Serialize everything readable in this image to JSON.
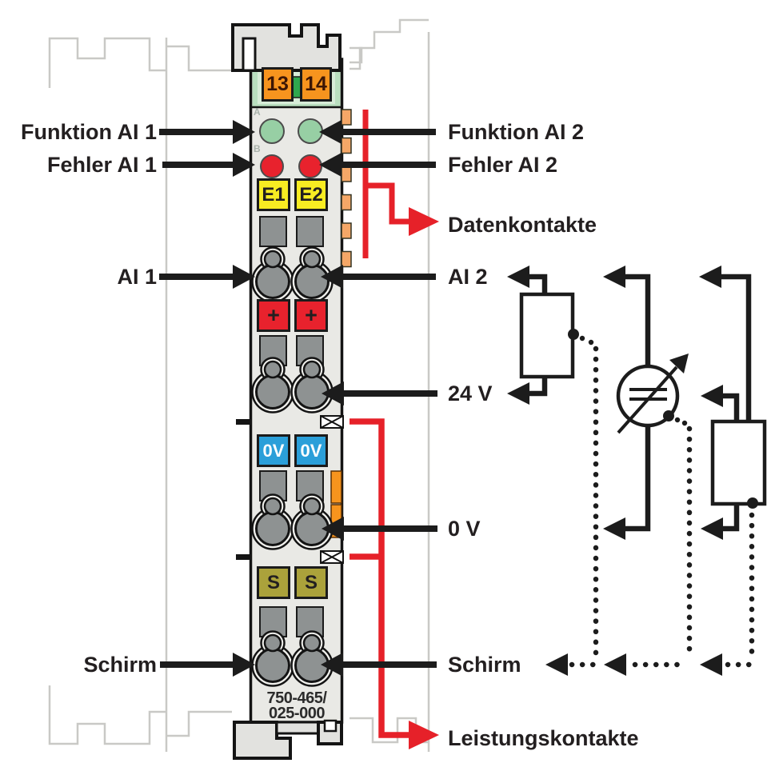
{
  "colors": {
    "signal_red": "#e62129",
    "block_red": "#e8222d",
    "terminal_orange": "#f7941e",
    "contact_tab_orange": "#f5a767",
    "block_yellow": "#f8ec22",
    "block_blue": "#2b9fd9",
    "block_olive": "#aba23b",
    "header_green": "#b9dfbf",
    "divider_green": "#2fa84e",
    "led_green": "#97cfa4",
    "body_gray": "#e9e9e5",
    "contact_gray": "#8e9292",
    "neighbor_outline_gray": "#c9c9c6",
    "line_black": "#1c1c1c"
  },
  "module": {
    "order_number_line1": "750-465/",
    "order_number_line2": "025-000",
    "terminal_13": "13",
    "terminal_14": "14",
    "function_led_row": "A",
    "error_led_row": "B",
    "input_label_1": "E1",
    "input_label_2": "E2",
    "plus_label_1": "+",
    "plus_label_2": "+",
    "zero_volt_label_1": "0V",
    "zero_volt_label_2": "0V",
    "shield_label_1": "S",
    "shield_label_2": "S"
  },
  "callouts": {
    "left": {
      "funktion_ai_1": "Funktion AI 1",
      "fehler_ai_1": "Fehler AI 1",
      "ai_1": "AI 1",
      "schirm": "Schirm"
    },
    "right": {
      "funktion_ai_2": "Funktion AI 2",
      "fehler_ai_2": "Fehler AI 2",
      "datenkontakte": "Datenkontakte",
      "ai_2": "AI 2",
      "supply_24v": "24 V",
      "supply_0v": "0 V",
      "schirm": "Schirm",
      "leistungskontakte": "Leistungskontakte"
    }
  }
}
